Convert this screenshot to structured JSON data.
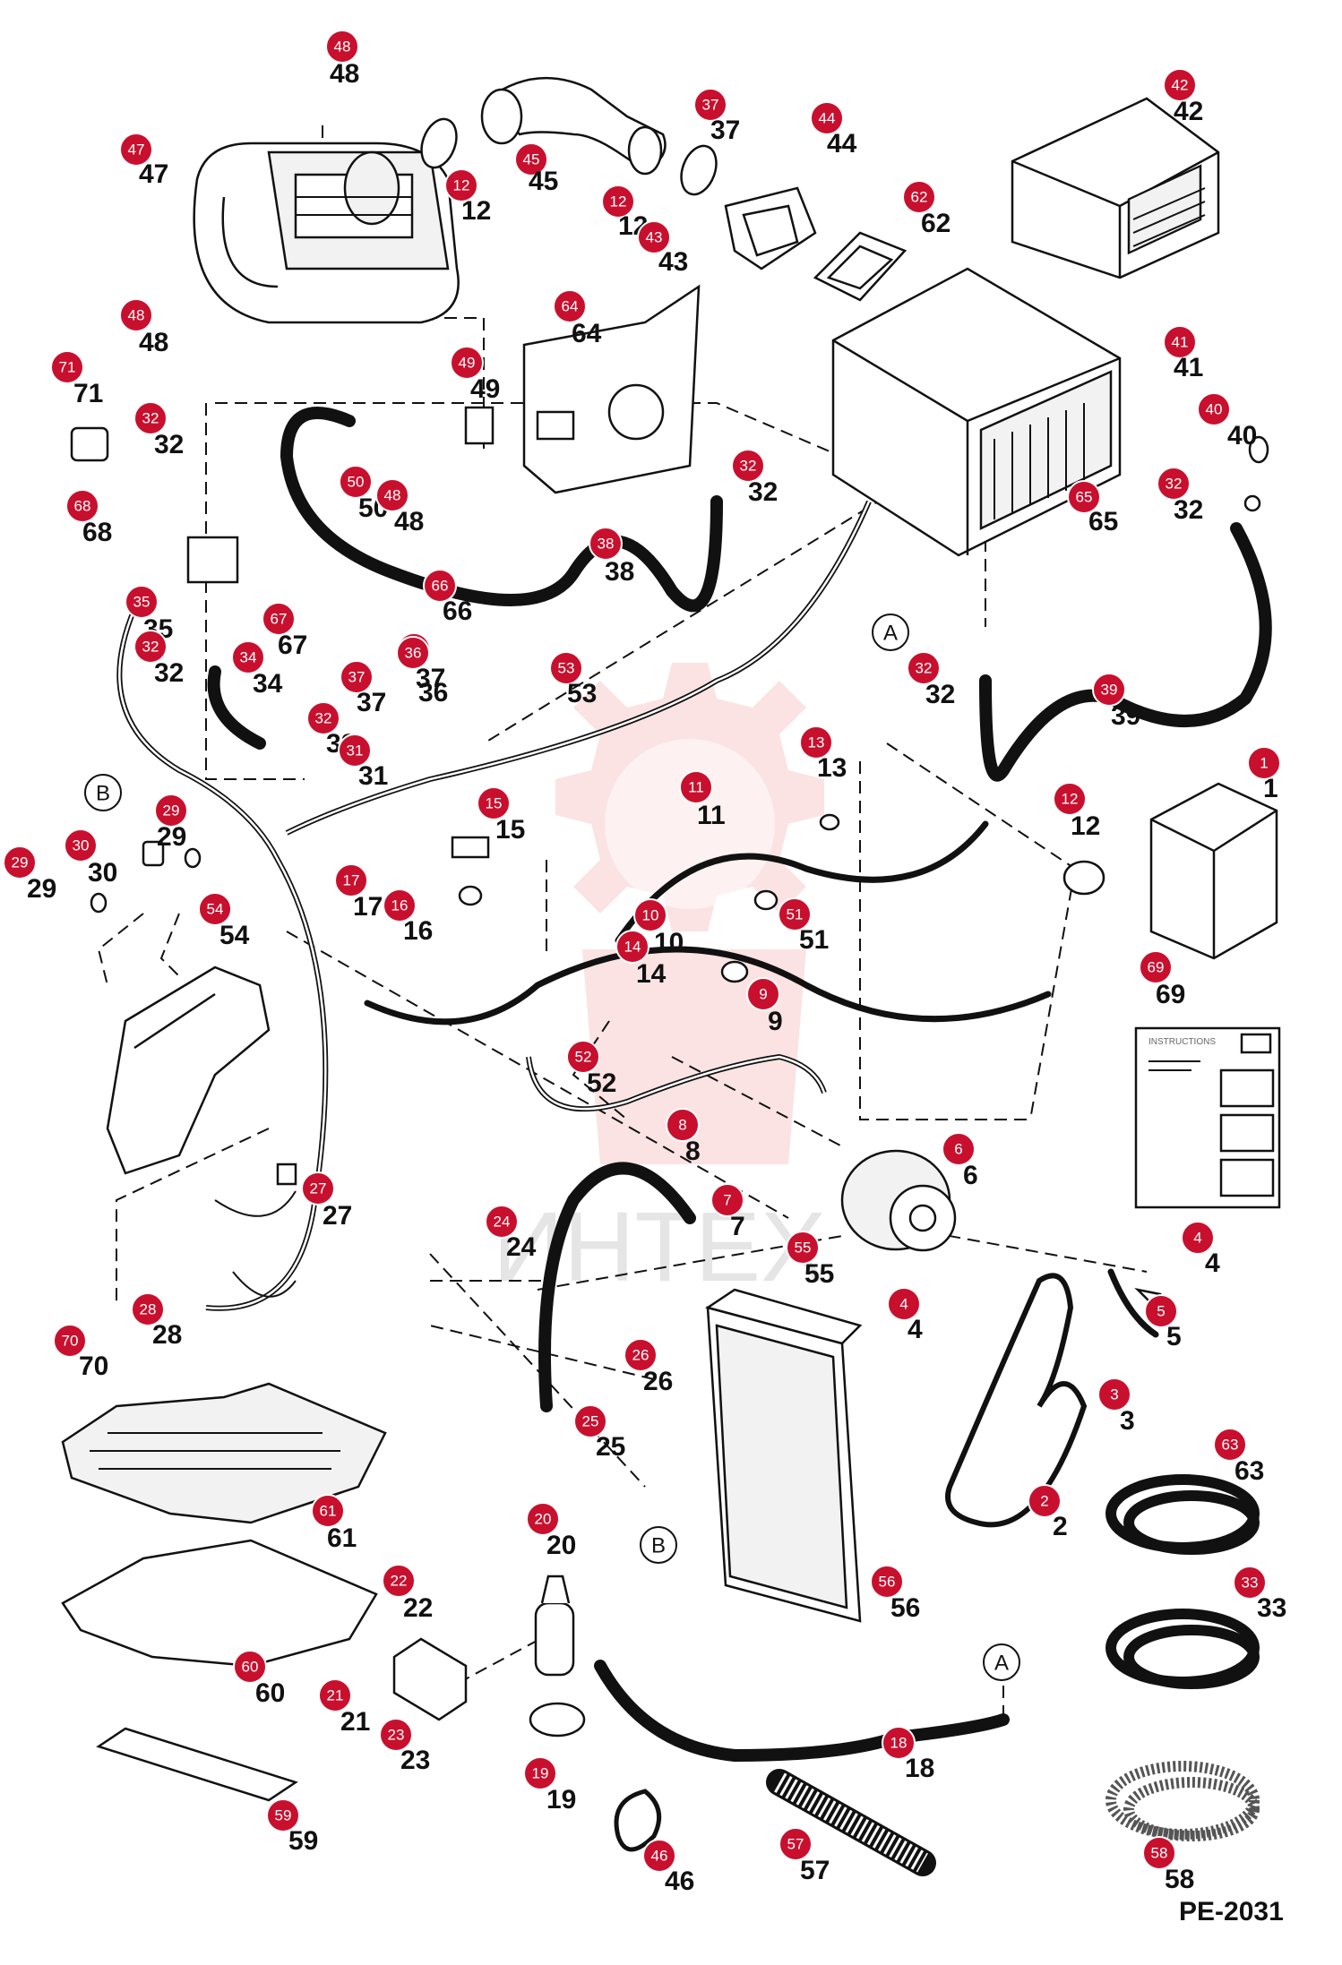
{
  "diagram_code": "PE-2031",
  "watermark_text": "ИНТЕХ",
  "instruction_sheet_title": "INSTRUCTIONS",
  "reference_markers": [
    "A",
    "B"
  ],
  "badge_color": "#c8102e",
  "parts": [
    "1",
    "2",
    "3",
    "4",
    "5",
    "6",
    "7",
    "8",
    "9",
    "10",
    "11",
    "12",
    "13",
    "14",
    "15",
    "16",
    "17",
    "18",
    "19",
    "20",
    "21",
    "22",
    "23",
    "24",
    "25",
    "26",
    "27",
    "28",
    "29",
    "30",
    "31",
    "32",
    "33",
    "34",
    "35",
    "36",
    "37",
    "38",
    "39",
    "40",
    "41",
    "42",
    "43",
    "44",
    "45",
    "46",
    "47",
    "48",
    "49",
    "50",
    "51",
    "52",
    "53",
    "54",
    "55",
    "56",
    "57",
    "58",
    "59",
    "60",
    "61",
    "62",
    "63",
    "64",
    "65",
    "66",
    "67",
    "68",
    "69",
    "70",
    "71"
  ]
}
